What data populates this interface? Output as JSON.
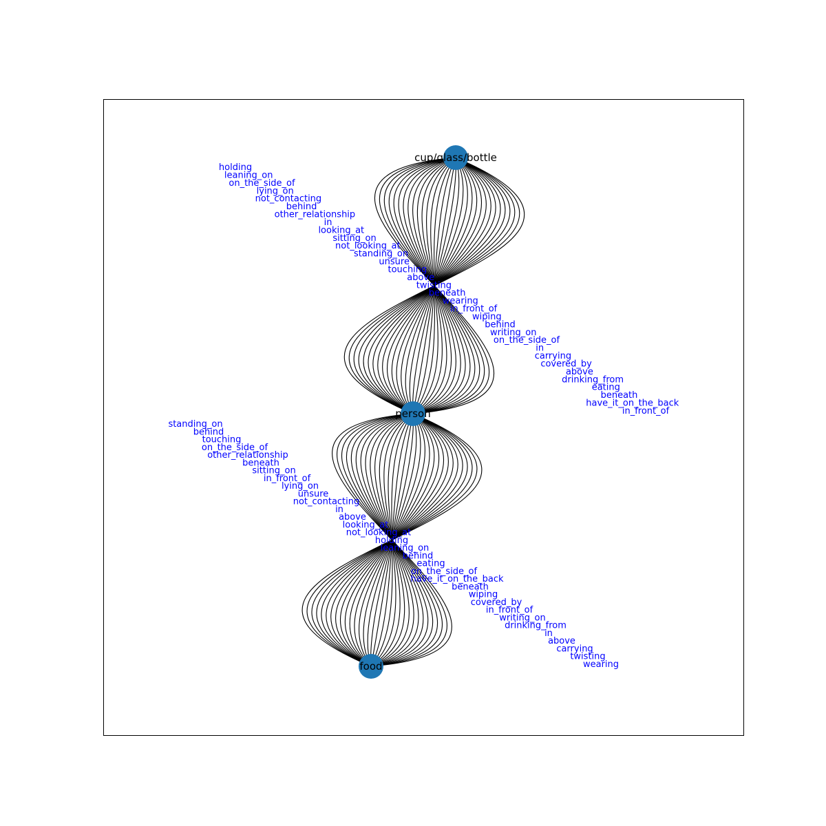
{
  "colors": {
    "node": "#1f77b4",
    "edge": "#000000",
    "edge_label": "#0000ff",
    "node_label": "#000000"
  },
  "nodes": {
    "cup": {
      "label": "cup/glass/bottle"
    },
    "person": {
      "label": "person"
    },
    "food": {
      "label": "food"
    }
  },
  "relations_person_cup": [
    "holding",
    "leaning_on",
    "on_the_side_of",
    "lying_on",
    "not_contacting",
    "behind",
    "other_relationship",
    "in",
    "looking_at",
    "sitting_on",
    "not_looking_at",
    "standing_on",
    "unsure",
    "touching",
    "above",
    "twisting",
    "beneath",
    "wearing",
    "in_front_of",
    "wiping",
    "behind",
    "writing_on",
    "on_the_side_of",
    "in",
    "carrying",
    "covered_by",
    "above",
    "drinking_from",
    "eating",
    "beneath",
    "have_it_on_the_back",
    "in_front_of"
  ],
  "relations_person_food": [
    "standing_on",
    "behind",
    "touching",
    "on_the_side_of",
    "other_relationship",
    "beneath",
    "sitting_on",
    "in_front_of",
    "lying_on",
    "unsure",
    "not_contacting",
    "in",
    "above",
    "looking_at",
    "not_looking_at",
    "holding",
    "leaning_on",
    "behind",
    "eating",
    "on_the_side_of",
    "have_it_on_the_back",
    "beneath",
    "wiping",
    "covered_by",
    "in_front_of",
    "writing_on",
    "drinking_from",
    "in",
    "above",
    "carrying",
    "twisting",
    "wearing"
  ]
}
